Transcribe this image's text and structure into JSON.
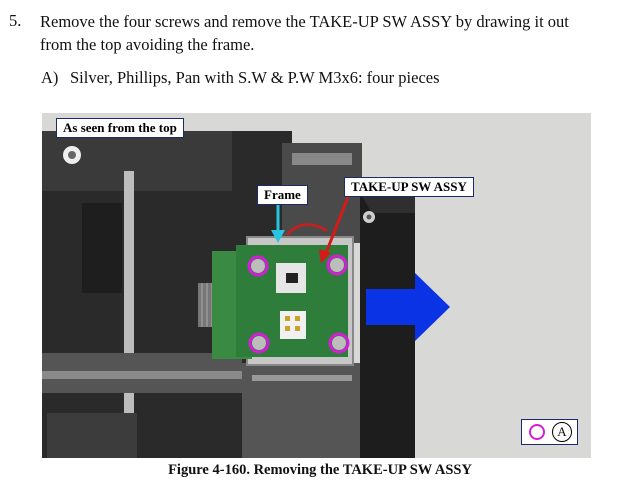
{
  "step": {
    "number": "5.",
    "line1": "Remove the four screws and remove the TAKE-UP SW ASSY by drawing it out",
    "line2": "from the top avoiding the frame."
  },
  "substep": {
    "letter": "A)",
    "text": "Silver, Phillips, Pan with S.W & P.W M3x6: four pieces"
  },
  "figure": {
    "callouts": {
      "view": "As seen from the top",
      "frame": "Frame",
      "assy": "TAKE-UP SW ASSY"
    },
    "legend": {
      "letter": "A"
    },
    "caption": "Figure 4-160.  Removing the TAKE-UP SW ASSY"
  },
  "colors": {
    "screw_marker": "#d21fd6",
    "arrow_direction": "#0a33e6",
    "frame_pointer": "#26c6e0",
    "assy_pointer": "#d61a1a",
    "pcb": "#2f7d3a"
  }
}
